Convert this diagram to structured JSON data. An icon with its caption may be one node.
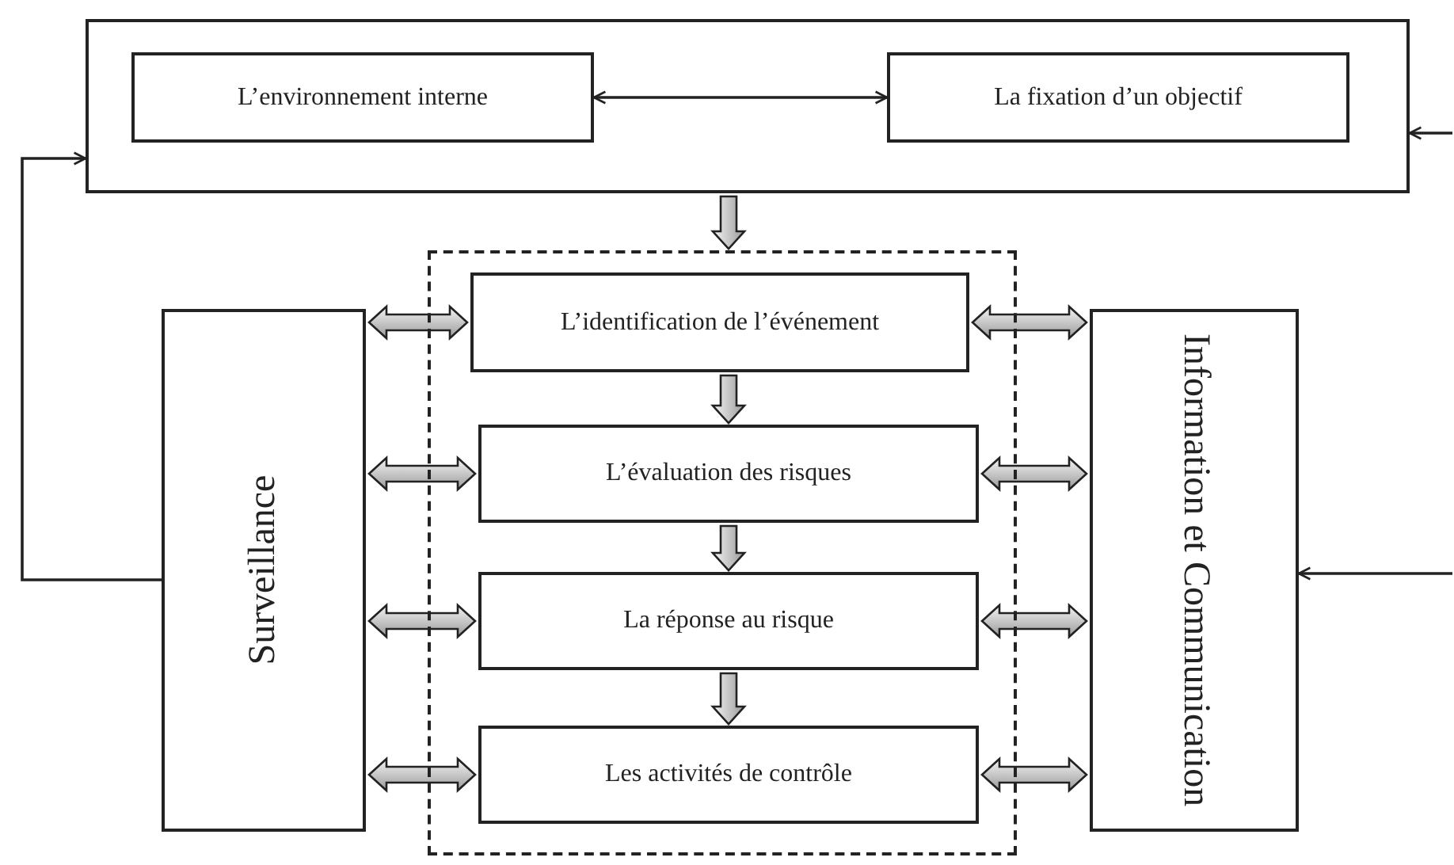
{
  "diagram": {
    "nodes": [
      {
        "text": [],
        "shape": "box"
      },
      {
        "text": [
          "L’environnement interne"
        ],
        "in": 0
      },
      {
        "text": [
          "La fixation d’un objectif"
        ],
        "in": 0
      },
      {
        "text": [],
        "shape": "box"
      },
      {
        "text": [
          "L’identification de l’événement"
        ],
        "in": 3
      },
      {
        "text": [
          "L’évaluation des risques"
        ],
        "in": 3
      },
      {
        "text": [
          "La réponse au risque"
        ],
        "in": 3
      },
      {
        "text": [
          "Les activités de contrôle"
        ],
        "in": 3
      },
      {
        "text": [
          "Surveillance"
        ]
      },
      {
        "text": [
          "Information et Communication"
        ]
      }
    ],
    "edges": [
      {
        "from": 1,
        "to": 2,
        "arrow": "both"
      },
      {
        "from": 0,
        "to": 3,
        "arrow": "to",
        "style": "thick"
      },
      {
        "from": 4,
        "to": 5,
        "arrow": "to",
        "style": "thick"
      },
      {
        "from": 5,
        "to": 6,
        "arrow": "to",
        "style": "thick"
      },
      {
        "from": 6,
        "to": 7,
        "arrow": "to",
        "style": "thick"
      },
      {
        "from": 8,
        "to": 4,
        "arrow": "both",
        "style": "thick"
      },
      {
        "from": 8,
        "to": 5,
        "arrow": "both",
        "style": "thick"
      },
      {
        "from": 8,
        "to": 6,
        "arrow": "both",
        "style": "thick"
      },
      {
        "from": 8,
        "to": 7,
        "arrow": "both",
        "style": "thick"
      },
      {
        "from": 4,
        "to": 9,
        "arrow": "both",
        "style": "thick"
      },
      {
        "from": 5,
        "to": 9,
        "arrow": "both",
        "style": "thick"
      },
      {
        "from": 6,
        "to": 9,
        "arrow": "both",
        "style": "thick"
      },
      {
        "from": 7,
        "to": 9,
        "arrow": "both",
        "style": "thick"
      },
      {
        "from": 8,
        "to": 0,
        "arrow": "to"
      },
      {
        "from": null,
        "to": 0,
        "arrow": "to"
      },
      {
        "from": null,
        "to": 9,
        "arrow": "to"
      }
    ]
  }
}
